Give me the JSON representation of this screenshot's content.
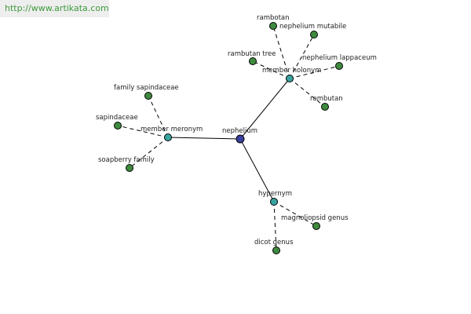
{
  "banner": {
    "url": "http://www.artikata.com"
  },
  "colors": {
    "root": "#3b3f9e",
    "relation": "#3aa3a0",
    "leaf": "#3f8a3f"
  },
  "graph": {
    "nodes": [
      {
        "id": "nephelium",
        "label": "nephelium",
        "kind": "root"
      },
      {
        "id": "member-holonym",
        "label": "member holonym",
        "kind": "relation"
      },
      {
        "id": "member-meronym",
        "label": "member meronym",
        "kind": "relation"
      },
      {
        "id": "hypernym",
        "label": "hypernym",
        "kind": "relation"
      },
      {
        "id": "rambotan",
        "label": "rambotan",
        "kind": "leaf"
      },
      {
        "id": "nephelium-mutabile",
        "label": "nephelium mutabile",
        "kind": "leaf"
      },
      {
        "id": "rambutan-tree",
        "label": "rambutan tree",
        "kind": "leaf"
      },
      {
        "id": "nephelium-lappaceum",
        "label": "nephelium lappaceum",
        "kind": "leaf"
      },
      {
        "id": "rambutan",
        "label": "rambutan",
        "kind": "leaf"
      },
      {
        "id": "family-sapindaceae",
        "label": "family sapindaceae",
        "kind": "leaf"
      },
      {
        "id": "sapindaceae",
        "label": "sapindaceae",
        "kind": "leaf"
      },
      {
        "id": "soapberry-family",
        "label": "soapberry family",
        "kind": "leaf"
      },
      {
        "id": "magnoliopsid-genus",
        "label": "magnoliopsid genus",
        "kind": "leaf"
      },
      {
        "id": "dicot-genus",
        "label": "dicot genus",
        "kind": "leaf"
      }
    ],
    "edges": [
      {
        "from": "nephelium",
        "to": "member-holonym",
        "style": "solid"
      },
      {
        "from": "nephelium",
        "to": "member-meronym",
        "style": "solid"
      },
      {
        "from": "nephelium",
        "to": "hypernym",
        "style": "solid"
      },
      {
        "from": "member-holonym",
        "to": "rambotan",
        "style": "dashed"
      },
      {
        "from": "member-holonym",
        "to": "nephelium-mutabile",
        "style": "dashed"
      },
      {
        "from": "member-holonym",
        "to": "rambutan-tree",
        "style": "dashed"
      },
      {
        "from": "member-holonym",
        "to": "nephelium-lappaceum",
        "style": "dashed"
      },
      {
        "from": "member-holonym",
        "to": "rambutan",
        "style": "dashed"
      },
      {
        "from": "member-meronym",
        "to": "family-sapindaceae",
        "style": "dashed"
      },
      {
        "from": "member-meronym",
        "to": "sapindaceae",
        "style": "dashed"
      },
      {
        "from": "member-meronym",
        "to": "soapberry-family",
        "style": "dashed"
      },
      {
        "from": "hypernym",
        "to": "magnoliopsid-genus",
        "style": "dashed"
      },
      {
        "from": "hypernym",
        "to": "dicot-genus",
        "style": "dashed"
      }
    ]
  }
}
